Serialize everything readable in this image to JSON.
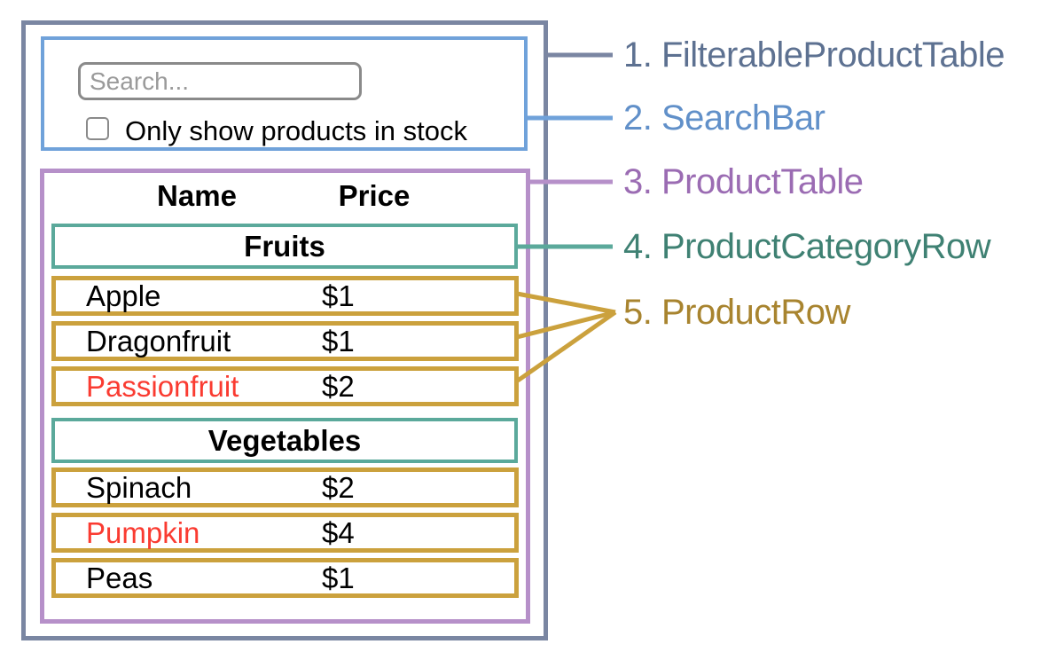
{
  "colors": {
    "filterable_product_table": "#7a86a2",
    "search_bar": "#70a2da",
    "product_table": "#b690c9",
    "product_category_row": "#5ba99b",
    "product_row": "#cba13d",
    "out_of_stock_text": "#fa3b31",
    "legend_text_1": "#5d7191",
    "legend_text_2": "#6190c9",
    "legend_text_3": "#9b6cb3",
    "legend_text_4": "#3f8173",
    "legend_text_5": "#a8842f"
  },
  "search_bar": {
    "placeholder": "Search...",
    "checkbox_label": "Only show products in stock",
    "checkbox_checked": false
  },
  "product_table": {
    "headers": {
      "name": "Name",
      "price": "Price"
    },
    "sections": [
      {
        "category": "Fruits",
        "rows": [
          {
            "name": "Apple",
            "price": "$1",
            "in_stock": true
          },
          {
            "name": "Dragonfruit",
            "price": "$1",
            "in_stock": true
          },
          {
            "name": "Passionfruit",
            "price": "$2",
            "in_stock": false
          }
        ]
      },
      {
        "category": "Vegetables",
        "rows": [
          {
            "name": "Spinach",
            "price": "$2",
            "in_stock": true
          },
          {
            "name": "Pumpkin",
            "price": "$4",
            "in_stock": false
          },
          {
            "name": "Peas",
            "price": "$1",
            "in_stock": true
          }
        ]
      }
    ]
  },
  "legend": [
    {
      "text": "1. FilterableProductTable"
    },
    {
      "text": "2. SearchBar"
    },
    {
      "text": "3. ProductTable"
    },
    {
      "text": "4. ProductCategoryRow"
    },
    {
      "text": "5. ProductRow"
    }
  ]
}
